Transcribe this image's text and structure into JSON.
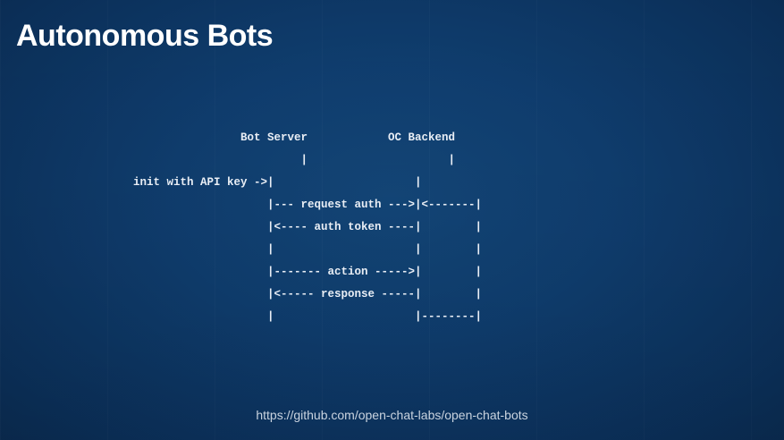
{
  "slide": {
    "title": "Autonomous Bots",
    "footer_link": "https://github.com/open-chat-labs/open-chat-bots"
  },
  "diagram": {
    "lines": [
      "                Bot Server            OC Backend",
      "                         |                     |",
      "init with API key ->|                     |",
      "                    |--- request auth --->|<-------|",
      "                    |<---- auth token ----|        |",
      "                    |                     |        |",
      "                    |------- action ----->|        |",
      "                    |<----- response -----|        |",
      "                    |                     |--------|"
    ]
  }
}
